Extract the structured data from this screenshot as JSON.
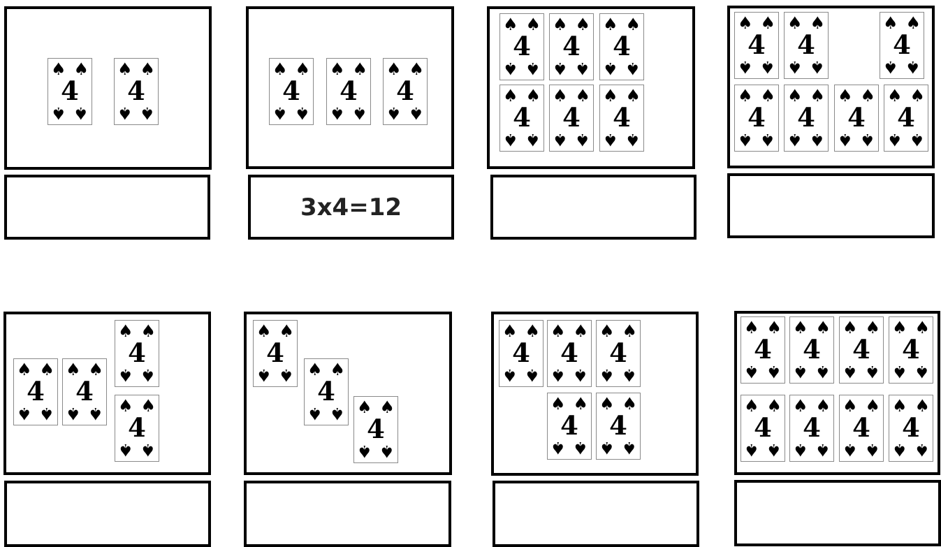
{
  "card": {
    "rank": "4",
    "suit_symbol": "♠"
  },
  "problems": [
    {
      "cards": 2,
      "answer": ""
    },
    {
      "cards": 3,
      "answer": "3x4=12"
    },
    {
      "cards": 6,
      "answer": ""
    },
    {
      "cards": 7,
      "answer": ""
    },
    {
      "cards": 4,
      "answer": ""
    },
    {
      "cards": 3,
      "answer": ""
    },
    {
      "cards": 5,
      "answer": ""
    },
    {
      "cards": 8,
      "answer": ""
    }
  ]
}
